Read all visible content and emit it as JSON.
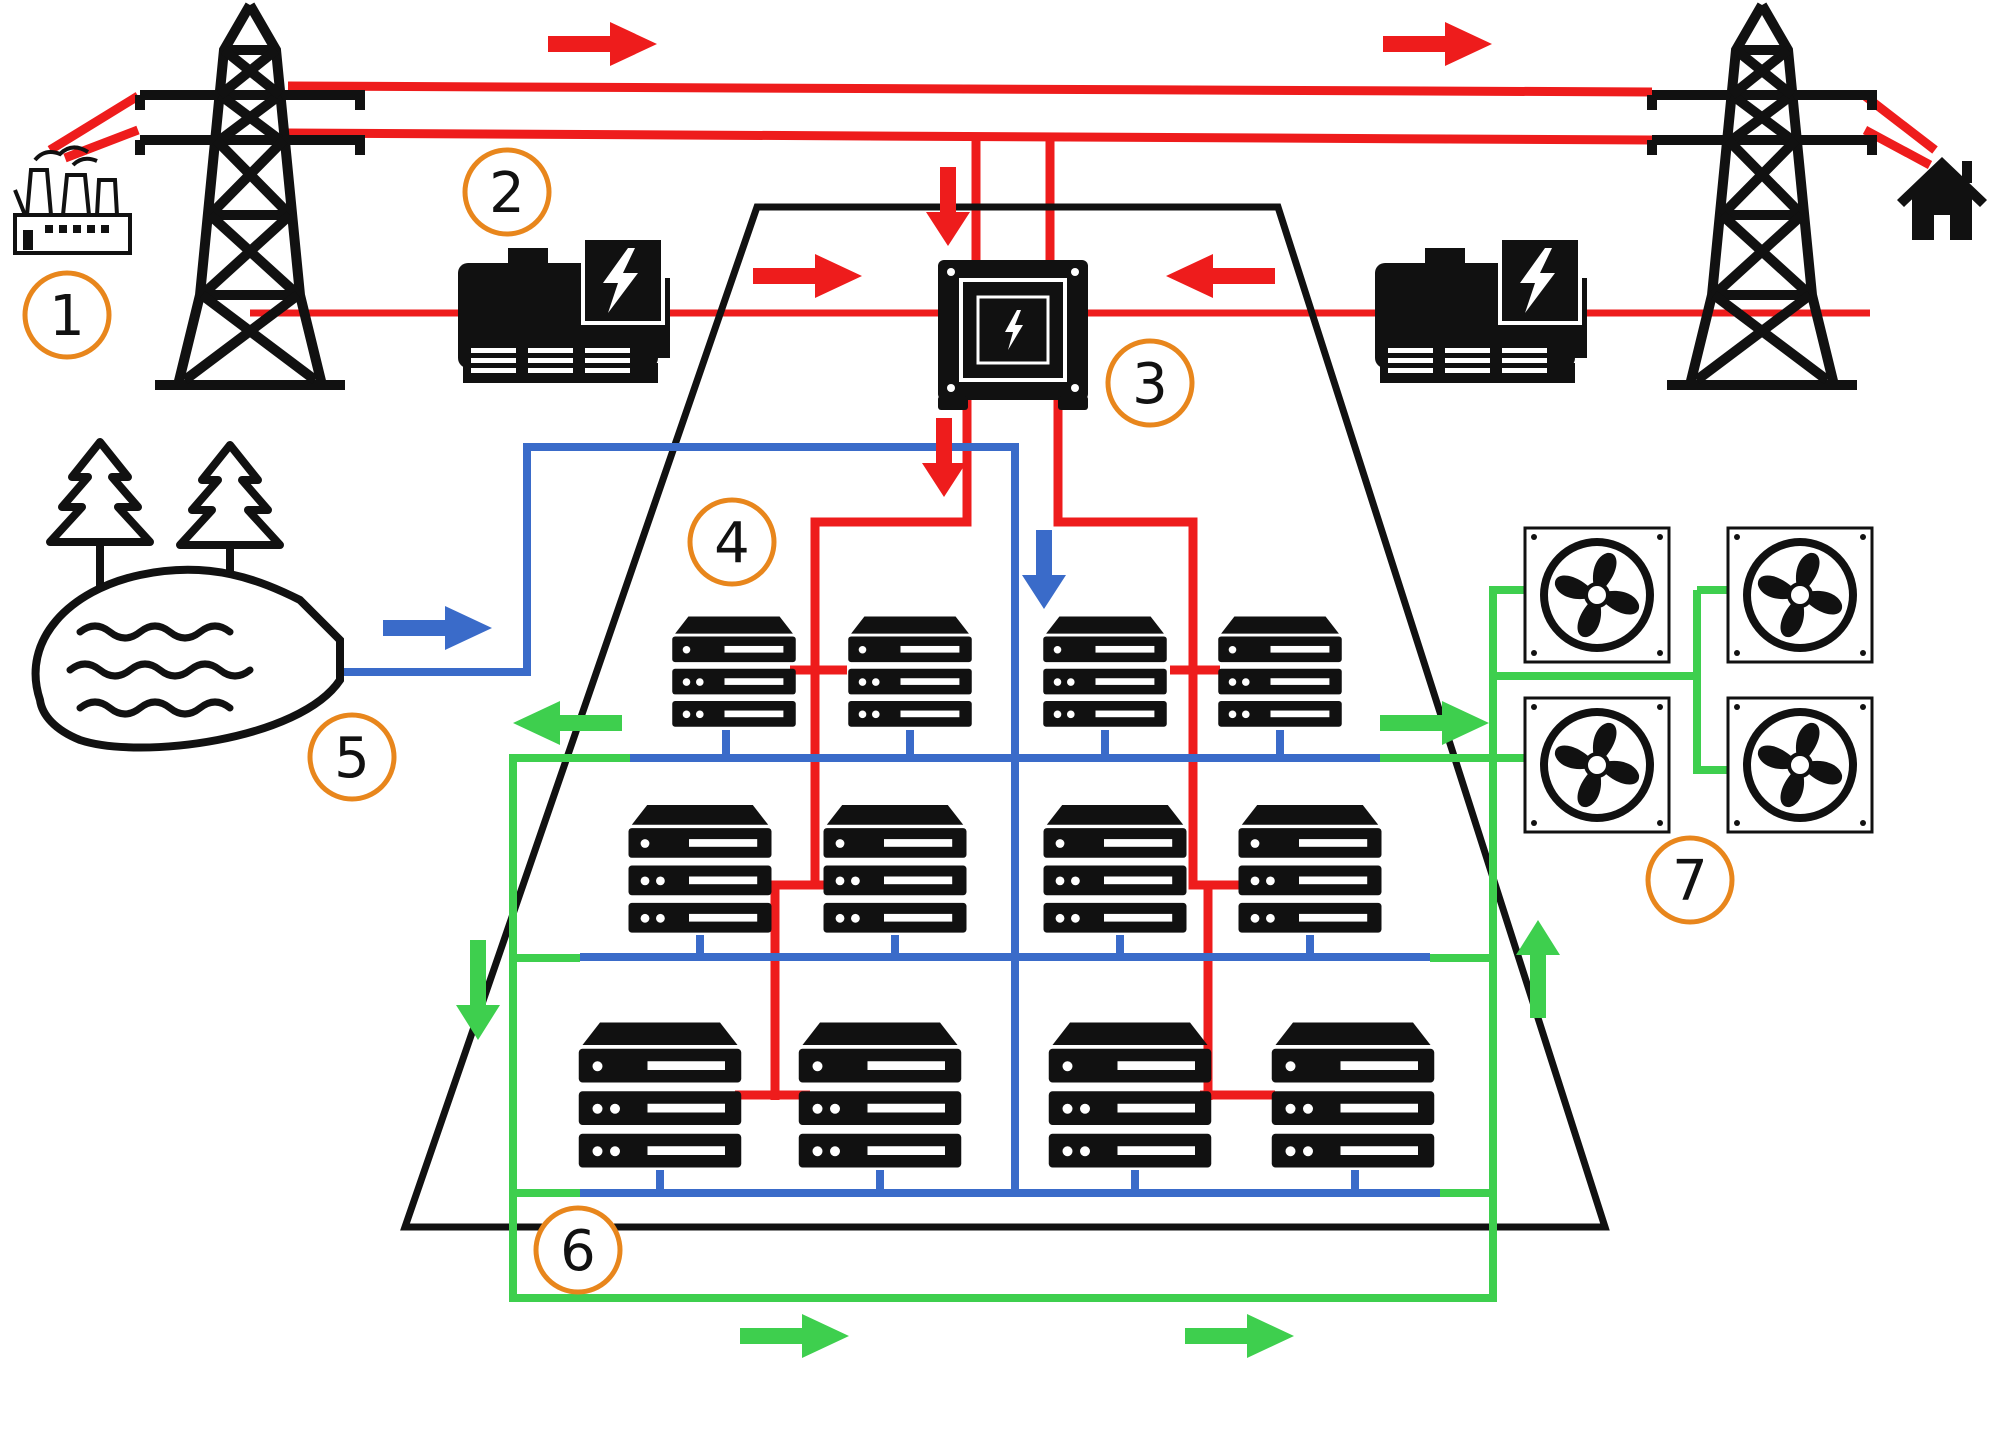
{
  "colors": {
    "power": "#ee1c1c",
    "water": "#3a6bc9",
    "cooling": "#3ecf4e",
    "outline": "#111111",
    "label_ring": "#e8861c",
    "icon_fill": "#111111",
    "background": "#ffffff"
  },
  "labels": [
    {
      "id": "1",
      "text": "1"
    },
    {
      "id": "2",
      "text": "2"
    },
    {
      "id": "3",
      "text": "3"
    },
    {
      "id": "4",
      "text": "4"
    },
    {
      "id": "5",
      "text": "5"
    },
    {
      "id": "6",
      "text": "6"
    },
    {
      "id": "7",
      "text": "7"
    }
  ],
  "icons": {
    "power_plant": "factory-icon",
    "pylon": "transmission-tower-icon",
    "home": "house-icon",
    "generator": "generator-icon",
    "transformer": "transformer-icon",
    "server": "server-rack-icon",
    "water": "lake-icon",
    "trees": "pine-tree-icon",
    "fan": "cooling-fan-icon"
  }
}
